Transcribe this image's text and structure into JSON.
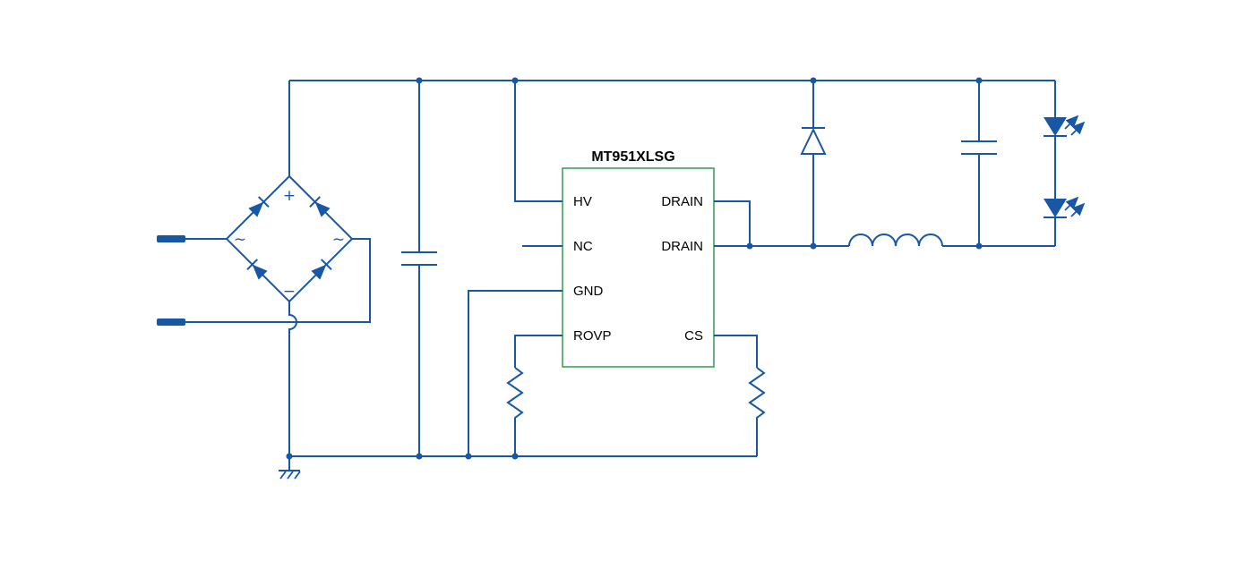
{
  "colors": {
    "wire": "#1757A6",
    "ic_border": "#2E9E4F",
    "label_text": "#000000",
    "background": "#FFFFFF"
  },
  "ic": {
    "title": "MT951XLSG",
    "pins_left": [
      "HV",
      "NC",
      "GND",
      "ROVP"
    ],
    "pins_right": [
      "DRAIN",
      "DRAIN",
      "CS"
    ]
  },
  "bridge": {
    "plus": "+",
    "minus": "−",
    "ac_left": "∼",
    "ac_right": "∼"
  },
  "components": [
    "ac-input-terminals",
    "bridge-rectifier",
    "bulk-capacitor",
    "controller-ic",
    "rovp-resistor",
    "cs-resistor",
    "freewheeling-diode",
    "output-inductor",
    "output-capacitor",
    "led-string",
    "ground-symbol"
  ]
}
